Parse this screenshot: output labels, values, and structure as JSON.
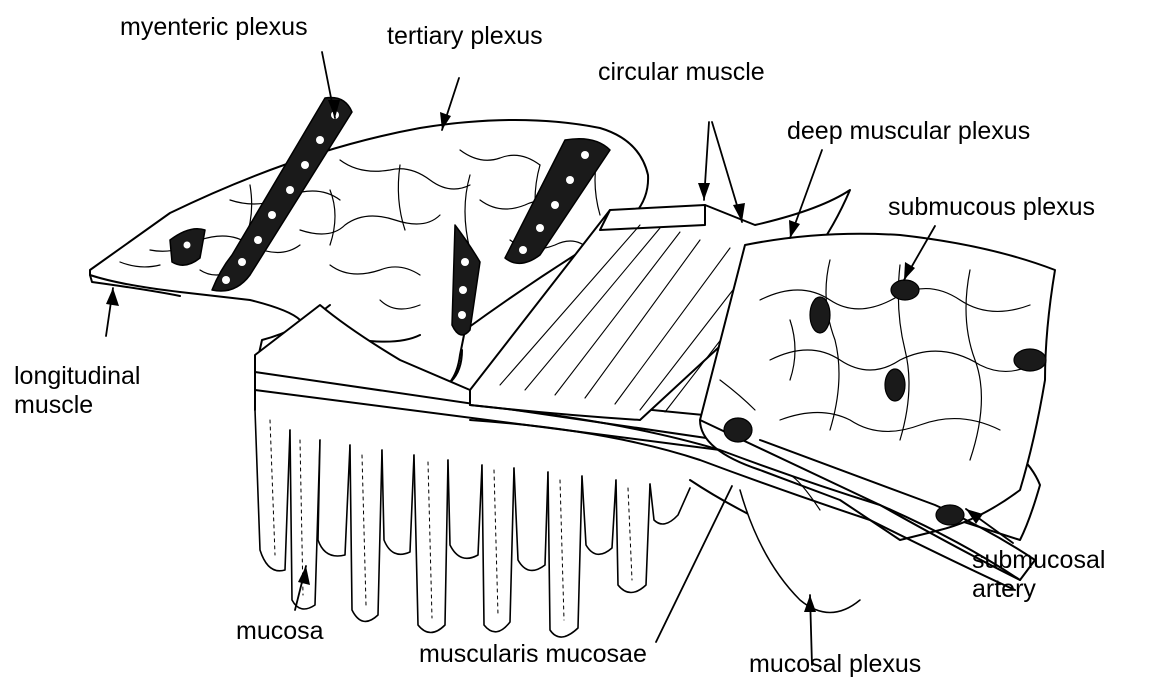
{
  "labels": {
    "myenteric_plexus": "myenteric plexus",
    "tertiary_plexus": "tertiary plexus",
    "circular_muscle": "circular muscle",
    "deep_muscular_plexus": "deep muscular plexus",
    "submucous_plexus": "submucous plexus",
    "longitudinal_muscle": [
      "longitudinal",
      "muscle"
    ],
    "submucosal_artery": [
      "submucosal",
      "artery"
    ],
    "mucosa": "mucosa",
    "muscularis_mucosae": "muscularis mucosae",
    "mucosal_plexus": "mucosal plexus"
  },
  "colors": {
    "ink": "#000000",
    "paper": "#ffffff",
    "ganglion_fill": "#1a1a1a"
  }
}
